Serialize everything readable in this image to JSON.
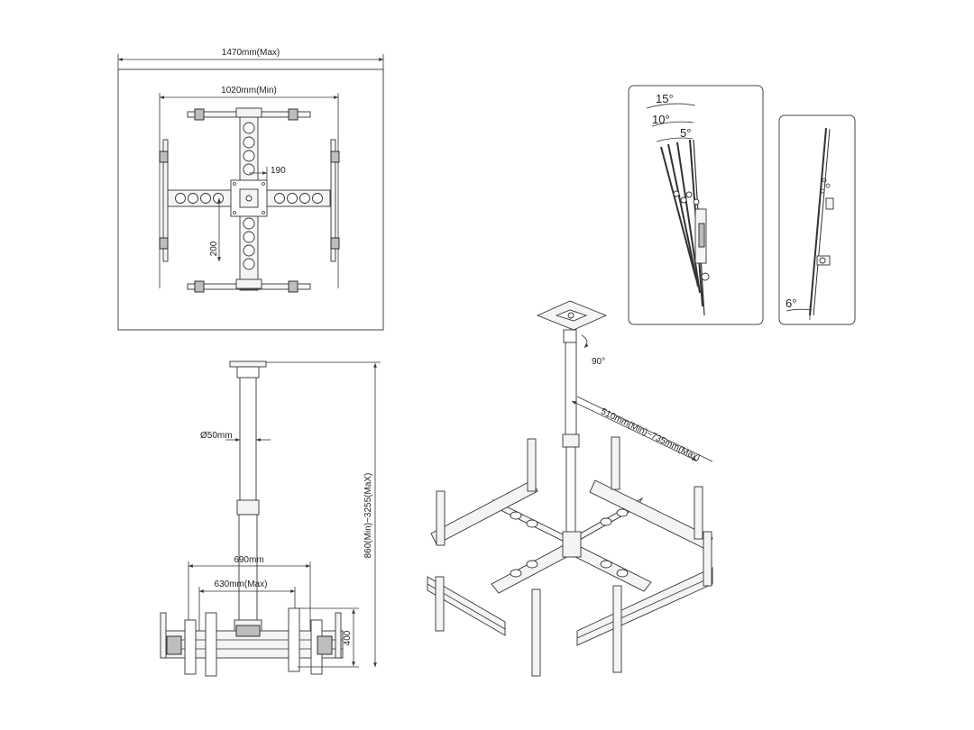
{
  "top_view": {
    "overall_width": "1470mm(Max)",
    "inner_width": "1020mm(Min)",
    "dim_190": "190",
    "dim_200": "200"
  },
  "tilt_detail": {
    "angle_15": "15°",
    "angle_10": "10°",
    "angle_5": "5°"
  },
  "side_detail": {
    "angle_6": "6°"
  },
  "iso_view": {
    "rotation": "90°",
    "arm_length": "510mm(Min)~735mm(Max)"
  },
  "front_view": {
    "pole_diameter": "Ø50mm",
    "height_range": "860(Min)~3255(MaX)",
    "width_690": "690mm",
    "width_630": "630mm(Max)",
    "height_400": "400"
  }
}
